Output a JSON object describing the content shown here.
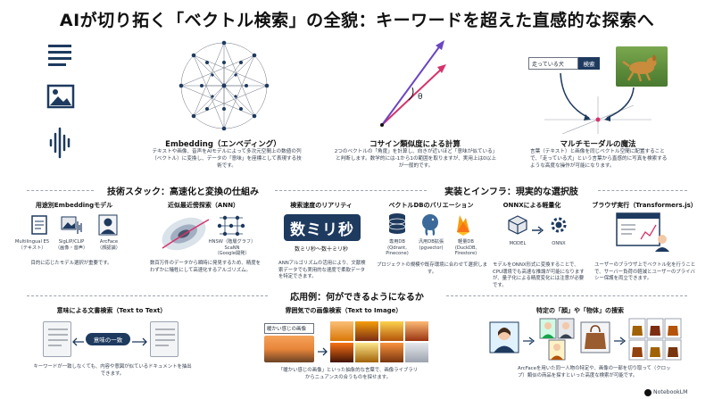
{
  "title": "AIが切り拓く「ベクトル検索」の全貌：キーワードを超えた直感的な探索へ",
  "top": {
    "embedding": {
      "title": "Embedding（エンベディング）",
      "desc": "テキストや画像、音声をAIモデルによって多次元空間上の数値の列（ベクトル）に変換し、データの「意味」を座標として表現する技術です。"
    },
    "cosine": {
      "title": "コサイン類似度による計算",
      "desc": "2つのベクトルの「角度」を計算し、向きが近いほど「意味が似ている」と判断します。数学的には-1から1の範囲を取りますが、実用上は0以上が一般的です。",
      "theta": "θ"
    },
    "multimodal": {
      "title": "マルチモーダルの魔法",
      "desc": "言葉（テキスト）と画像を同じベクトル空間に配置することで、「走っている犬」という言葉から直感的に写真を検索するような高度な操作が可能になります。",
      "search_text": "走っている犬",
      "search_button": "検索"
    }
  },
  "tech_stack": {
    "heading": "技術スタック：高速化と変換の仕組み",
    "models": {
      "title": "用途別Embeddingモデル",
      "items": [
        {
          "name": "Multilingual E5",
          "sub": "（テキスト）"
        },
        {
          "name": "SigLIP/CLIP",
          "sub": "（画像・音声）"
        },
        {
          "name": "ArcFace",
          "sub": "（顔認識）"
        }
      ],
      "desc": "目的に応じたモデル選択が重要です。"
    },
    "ann": {
      "title": "近似最近傍探索（ANN）",
      "items": [
        {
          "name": "HNSW",
          "sub": "（階層グラフ）"
        },
        {
          "name": "ScaNN",
          "sub": "（Google開発）"
        }
      ],
      "desc": "数百万件のデータから瞬時に発見するため、精度をわずかに犠牲にして高速化するアルゴリズム。"
    },
    "speed": {
      "title": "検索速度のリアリティ",
      "big": "数ミリ秒",
      "range": "数ミリ秒〜数十ミリ秒",
      "desc": "ANNアルゴリズムの活用により、文献検索データでも実用的な速度で柔軟データを特定できます。"
    }
  },
  "infra": {
    "heading": "実装とインフラ：現実的な選択肢",
    "vectordb": {
      "title": "ベクトルDBのバリエーション",
      "items": [
        {
          "name": "専用DB",
          "sub": "(Qdrant, Pinecone)"
        },
        {
          "name": "汎用DB拡張",
          "sub": "(pgvector)"
        },
        {
          "name": "軽量DB",
          "sub": "(DuckDB, Firestore)"
        }
      ],
      "desc": "プロジェクトの規模や既存環境に合わせて選択します。"
    },
    "onnx": {
      "title": "ONNXによる軽量化",
      "items": [
        {
          "name": "MODEL"
        },
        {
          "name": "ONNX"
        }
      ],
      "desc": "モデルをONNX形式に変換することで、CPU環境でも高速な推論が可能になりますが、量子化による精度変化には注意が必要です。"
    },
    "browser": {
      "title": "ブラウザ実行（Transformers.js）",
      "desc": "ユーザーのブラウザ上でベクトル化を行うことで、サーバー負荷の軽減とユーザーのプライバシー保護を両立できます。"
    }
  },
  "apps": {
    "heading": "応用例：何ができるようになるか",
    "text2text": {
      "title": "意味による文書検索（Text to Text）",
      "badge": "意味の一致",
      "desc": "キーワードが一致しなくても、内容や意図が似ているドキュメントを抽出できます。"
    },
    "text2image": {
      "title": "雰囲気での画像検索（Text to Image）",
      "search_text": "暖かい感じの画像",
      "desc": "「暖かい感じの画像」といった抽象的な言葉で、画像ライブラリからニュアンスの合うものを探せます。"
    },
    "face": {
      "title": "特定の「顔」や「物体」の捜索",
      "desc": "ArcFaceを用いた同一人物の特定や、画像の一部を切り取って（クロップ）類似の商品を探すといった高度な検索が可能です。"
    }
  },
  "footer": {
    "brand": "NotebookLM"
  },
  "colors": {
    "navy": "#1e3a5f",
    "accent_red": "#d6336c",
    "accent_purple": "#6b46c1",
    "sunset": "#e8863a"
  }
}
